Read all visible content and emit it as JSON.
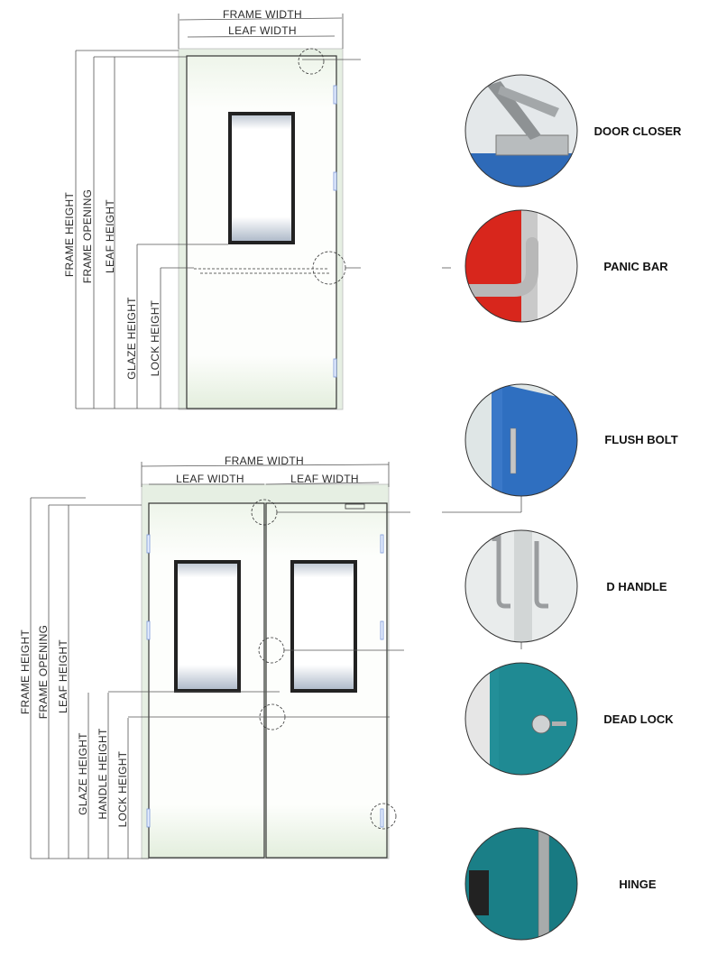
{
  "single_door": {
    "frame_width": "FRAME WIDTH",
    "leaf_width": "LEAF WIDTH",
    "frame_height": "FRAME HEIGHT",
    "frame_opening": "FRAME OPENING",
    "leaf_height": "LEAF HEIGHT",
    "glaze_height": "GLAZE HEIGHT",
    "lock_height": "LOCK HEIGHT"
  },
  "double_door": {
    "frame_width": "FRAME WIDTH",
    "leaf_width_left": "LEAF WIDTH",
    "leaf_width_right": "LEAF WIDTH",
    "frame_height": "FRAME HEIGHT",
    "frame_opening": "FRAME OPENING",
    "leaf_height": "LEAF HEIGHT",
    "glaze_height": "GLAZE HEIGHT",
    "handle_height": "HANDLE HEIGHT",
    "lock_height": "LOCK HEIGHT"
  },
  "hardware": [
    {
      "label": "DOOR CLOSER",
      "icon": "door-closer-icon"
    },
    {
      "label": "PANIC BAR",
      "icon": "panic-bar-icon"
    },
    {
      "label": "FLUSH BOLT",
      "icon": "flush-bolt-icon"
    },
    {
      "label": "D HANDLE",
      "icon": "d-handle-icon"
    },
    {
      "label": "DEAD LOCK",
      "icon": "dead-lock-icon"
    },
    {
      "label": "HINGE",
      "icon": "hinge-icon"
    }
  ],
  "colors": {
    "door_blue": "#2f6fc0",
    "panic_red": "#d8261c",
    "teal": "#1f8a93"
  }
}
